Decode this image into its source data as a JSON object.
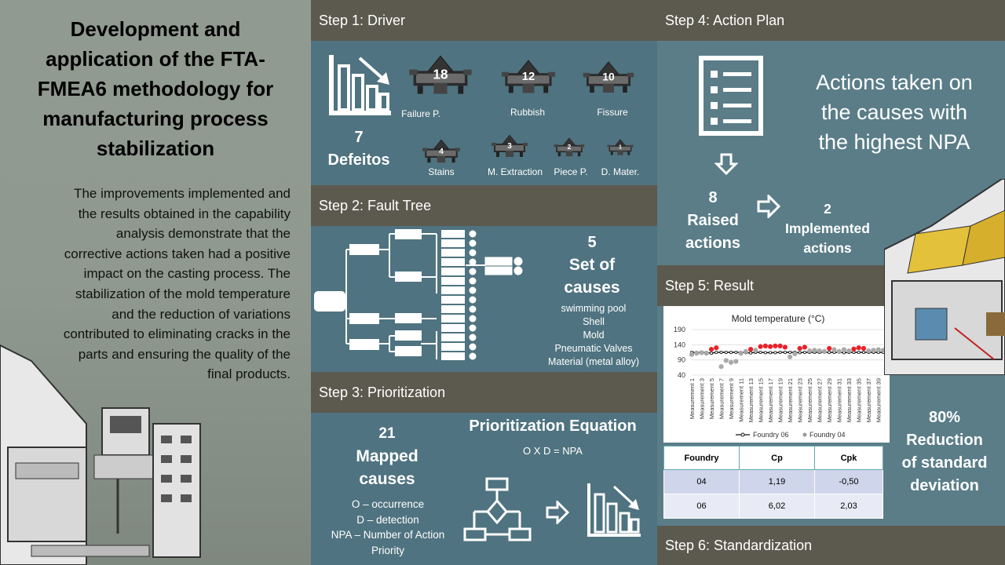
{
  "left": {
    "title_lines": [
      "Development and",
      "application of the FTA-",
      "FMEA6 methodology for",
      "manufacturing process",
      "stabilization"
    ],
    "summary_lines": [
      "The improvements implemented and",
      "the results obtained in the capability",
      "analysis demonstrate that the",
      "corrective actions taken had a positive",
      "impact on the casting process.  The",
      "stabilization of the mold temperature",
      "and the reduction  of variations",
      "contributed to eliminating cracks in the",
      "parts and ensuring the quality of the",
      "final products."
    ]
  },
  "step1": {
    "header": "Step 1: Driver",
    "count": "7",
    "count_label": "Defeitos",
    "defects": [
      {
        "value": "18",
        "label": "Failure P."
      },
      {
        "value": "12",
        "label": "Rubbish"
      },
      {
        "value": "10",
        "label": "Fissure"
      },
      {
        "value": "4",
        "label": "Stains"
      },
      {
        "value": "3",
        "label": "M. Extraction"
      },
      {
        "value": "2",
        "label": "Piece P."
      },
      {
        "value": "1",
        "label": "D. Mater."
      }
    ]
  },
  "step2": {
    "header": "Step 2: Fault Tree",
    "count": "5",
    "title_line1": "Set of",
    "title_line2": "causes",
    "causes": [
      "swimming pool",
      "Shell",
      "Mold",
      "Pneumatic Valves",
      "Material (metal alloy)"
    ]
  },
  "step3": {
    "header": "Step 3: Prioritization",
    "count": "21",
    "label_line1": "Mapped",
    "label_line2": "causes",
    "legend": [
      "O – occurrence",
      "D – detection",
      "NPA – Number  of Action",
      "Priority"
    ],
    "equation_title": "Prioritization Equation",
    "equation": "O X D = NPA"
  },
  "step4": {
    "header": "Step 4: Action Plan",
    "headline_lines": [
      "Actions taken on",
      "the causes with",
      "the highest NPA"
    ],
    "raised_count": "8",
    "raised_lines": [
      "Raised",
      "actions"
    ],
    "implemented_count": "2",
    "implemented_lines": [
      "Implemented",
      "actions"
    ]
  },
  "step5": {
    "header": "Step 5: Result",
    "reduction_lines": [
      "80%",
      "Reduction",
      "of standard",
      "deviation"
    ],
    "table": {
      "headers": [
        "Foundry",
        "Cp",
        "Cpk"
      ],
      "rows": [
        [
          "04",
          "1,19",
          "-0,50"
        ],
        [
          "06",
          "6,02",
          "2,03"
        ]
      ]
    }
  },
  "step6": {
    "header": "Step 6: Standardization"
  },
  "colors": {
    "header_bg": "#5c5a4e",
    "panel_bg": "#4f7380",
    "foundry04": "#e8222a",
    "foundry06": "#111111"
  },
  "chart_data": {
    "type": "line",
    "title": "Mold temperature (°C)",
    "ylim": [
      40,
      190
    ],
    "yticks": [
      40,
      90,
      140,
      190
    ],
    "ytick_labels": [
      "40",
      "90",
      "140",
      "190"
    ],
    "ytick_label_values": [
      40,
      90,
      140,
      190
    ],
    "x": [
      "Measurement 1",
      "Measurement 2",
      "Measurement 3",
      "Measurement 4",
      "Measurement 5",
      "Measurement 6",
      "Measurement 7",
      "Measurement 8",
      "Measurement 9",
      "Measurement 10",
      "Measurement 11",
      "Measurement 12",
      "Measurement 13",
      "Measurement 14",
      "Measurement 15",
      "Measurement 16",
      "Measurement 17",
      "Measurement 18",
      "Measurement 19",
      "Measurement 20",
      "Measurement 21",
      "Measurement 22",
      "Measurement 23",
      "Measurement 24",
      "Measurement 25",
      "Measurement 26",
      "Measurement 27",
      "Measurement 28",
      "Measurement 29",
      "Measurement 30",
      "Measurement 31",
      "Measurement 32",
      "Measurement 33",
      "Measurement 34",
      "Measurement 35",
      "Measurement 36",
      "Measurement 37",
      "Measurement 38",
      "Measurement 39",
      "Measurement 40"
    ],
    "xtick_labels": [
      "Measurement 1",
      "Measurement 3",
      "Measurement 5",
      "Measurement 7",
      "Measurement 9",
      "Measurement 11",
      "Measurement 13",
      "Measurement 15",
      "Measurement 17",
      "Measurement 19",
      "Measurement 21",
      "Measurement 23",
      "Measurement 25",
      "Measurement 27",
      "Measurement 29",
      "Measurement 31",
      "Measurement 33",
      "Measurement 35",
      "Measurement 37",
      "Measurement 39"
    ],
    "series": [
      {
        "name": "Foundry 06",
        "values": [
          115,
          115,
          115,
          115,
          112,
          115,
          115,
          115,
          115,
          115,
          115,
          114,
          113,
          115,
          115,
          114,
          114,
          114,
          115,
          115,
          115,
          115,
          114,
          115,
          115,
          115,
          115,
          115,
          115,
          115,
          115,
          114,
          115,
          115,
          115,
          115,
          115,
          115,
          115,
          115
        ]
      },
      {
        "name": "Foundry 04",
        "values": [
          108,
          112,
          114,
          112,
          125,
          130,
          68,
          88,
          82,
          85,
          112,
          118,
          125,
          122,
          134,
          136,
          134,
          136,
          136,
          132,
          100,
          110,
          128,
          132,
          120,
          122,
          120,
          118,
          128,
          124,
          118,
          124,
          120,
          126,
          130,
          128,
          120,
          122,
          124,
          122
        ]
      }
    ],
    "legend_position": "bottom"
  }
}
